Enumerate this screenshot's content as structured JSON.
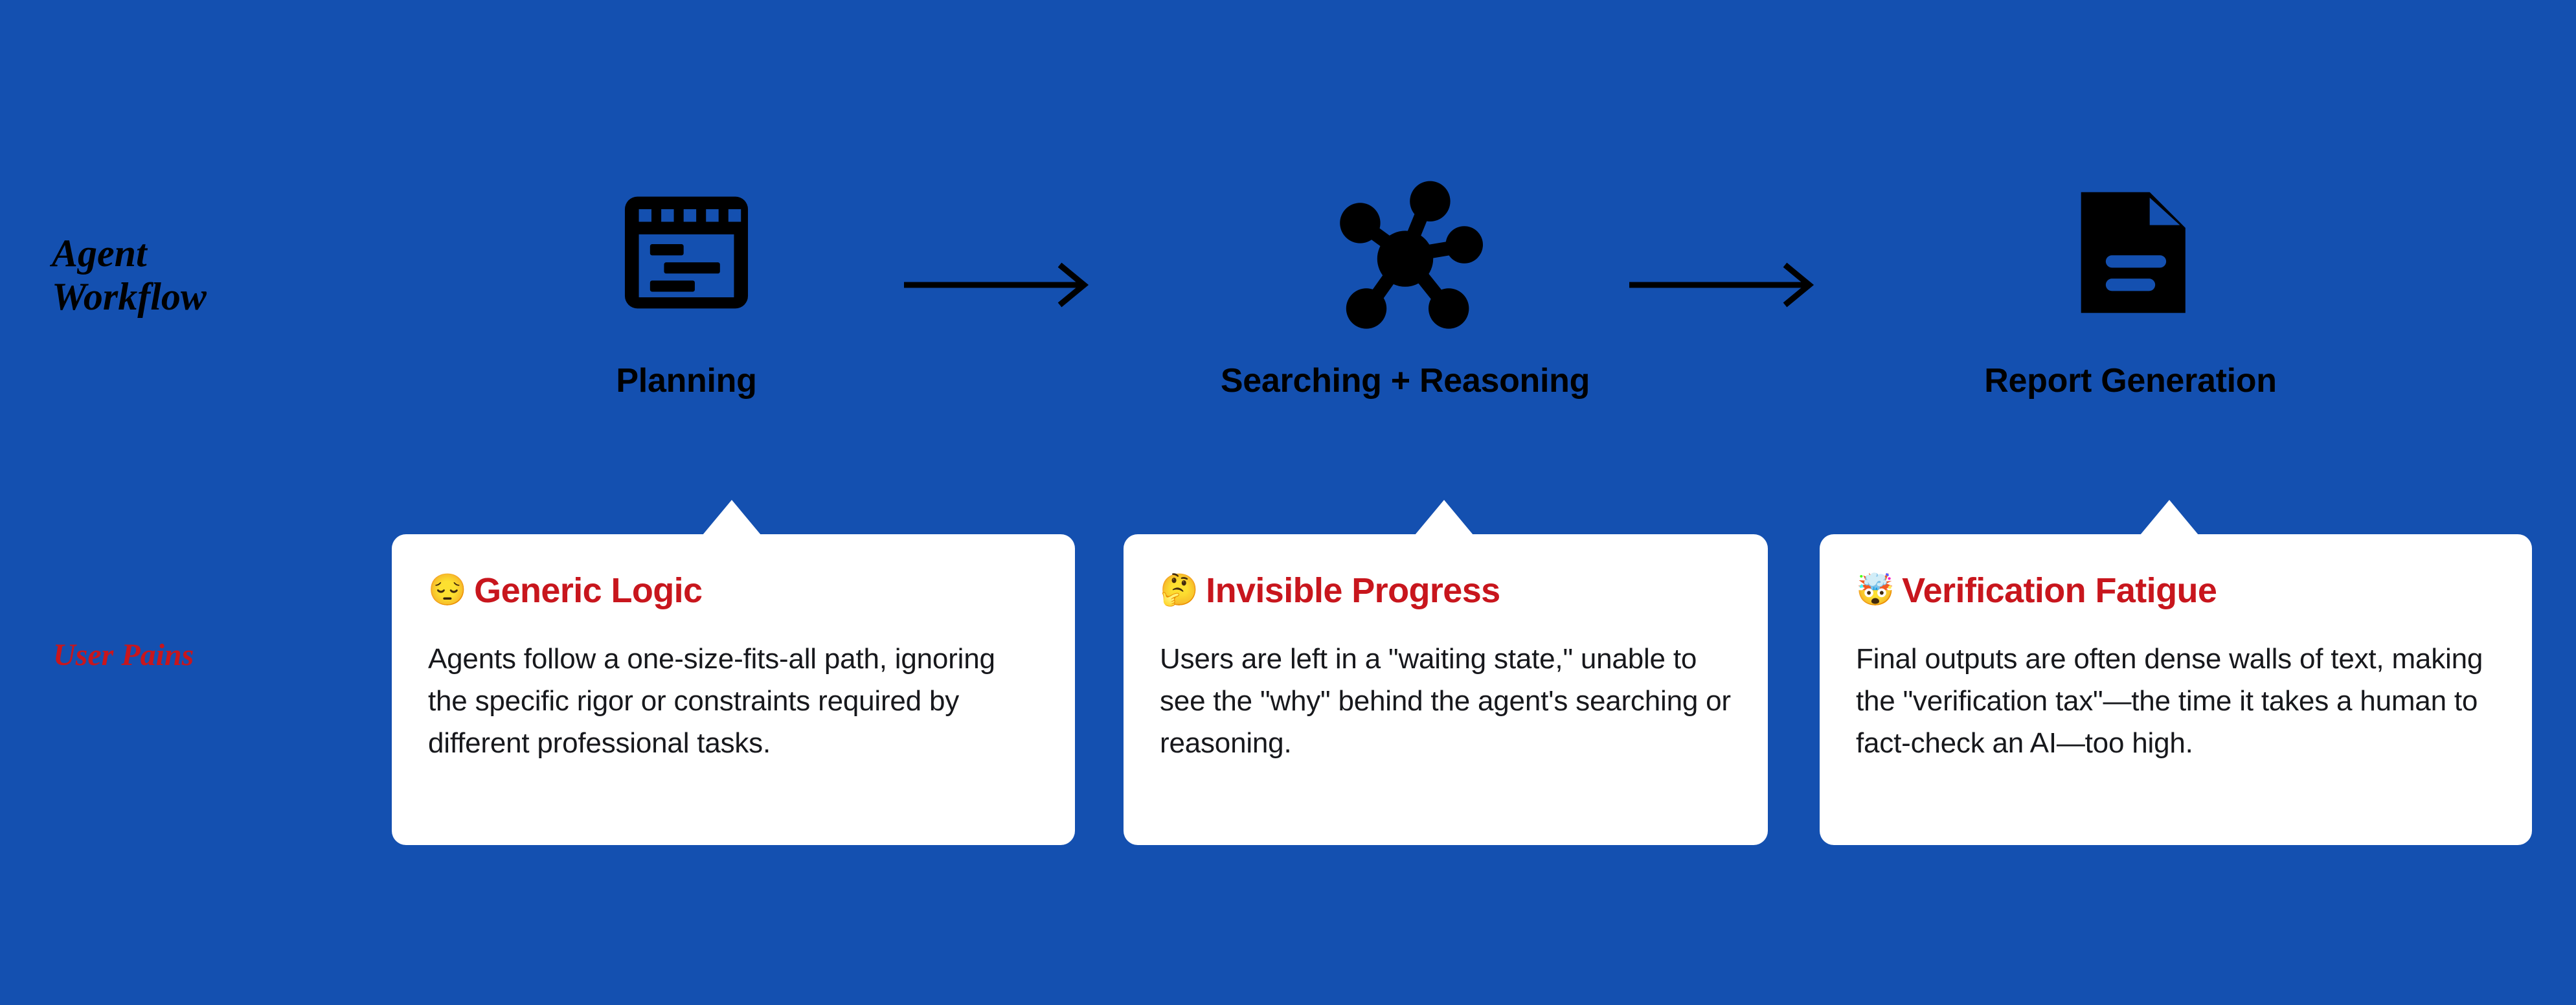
{
  "canvas": {
    "background_color": "#1450b0",
    "card_background": "#ffffff"
  },
  "rows": {
    "workflow_label": "Agent\nWorkflow",
    "pains_label": "User Pains",
    "workflow_label_color": "#000000",
    "pains_label_color": "#c8161d"
  },
  "workflow": {
    "stages": [
      {
        "label": "Planning",
        "icon": "browser-window-planning-icon"
      },
      {
        "label": "Searching + Reasoning",
        "icon": "network-hub-nodes-icon"
      },
      {
        "label": "Report Generation",
        "icon": "document-page-icon"
      }
    ],
    "arrows": [
      {
        "name": "arrow-planning-to-searching"
      },
      {
        "name": "arrow-searching-to-report"
      }
    ]
  },
  "pain_cards": [
    {
      "emoji": "😔",
      "emoji_name": "pensive-face-emoji",
      "title": "Generic Logic",
      "body": "Agents follow a one-size-fits-all path, ignoring the specific rigor or constraints required by different professional tasks."
    },
    {
      "emoji": "🤔",
      "emoji_name": "thinking-face-emoji",
      "title": "Invisible Progress",
      "body": "Users are left in a \"waiting state,\" unable to see the \"why\" behind the agent's searching or reasoning."
    },
    {
      "emoji": "🤯",
      "emoji_name": "exploding-head-emoji",
      "title": "Verification Fatigue",
      "body": "Final outputs are often dense walls of text, making the \"verification tax\"—the time it takes a human to fact-check an AI—too high."
    }
  ]
}
